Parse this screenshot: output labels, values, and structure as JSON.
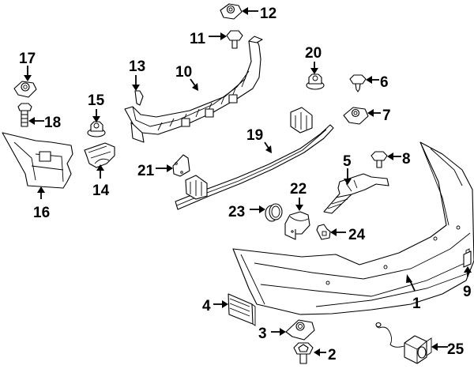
{
  "diagram": {
    "type": "exploded-parts-diagram",
    "subject": "rear bumper assembly",
    "callouts": [
      {
        "id": "1",
        "label": "1",
        "part": "bumper-cover"
      },
      {
        "id": "2",
        "label": "2",
        "part": "bolt"
      },
      {
        "id": "3",
        "label": "3",
        "part": "clip-nut"
      },
      {
        "id": "4",
        "label": "4",
        "part": "reflector"
      },
      {
        "id": "5",
        "label": "5",
        "part": "bracket"
      },
      {
        "id": "6",
        "label": "6",
        "part": "bolt"
      },
      {
        "id": "7",
        "label": "7",
        "part": "clip-nut"
      },
      {
        "id": "8",
        "label": "8",
        "part": "bolt"
      },
      {
        "id": "9",
        "label": "9",
        "part": "tow-hook-cover"
      },
      {
        "id": "10",
        "label": "10",
        "part": "energy-absorber"
      },
      {
        "id": "11",
        "label": "11",
        "part": "bolt"
      },
      {
        "id": "12",
        "label": "12",
        "part": "clip-nut"
      },
      {
        "id": "13",
        "label": "13",
        "part": "insert"
      },
      {
        "id": "14",
        "label": "14",
        "part": "guide"
      },
      {
        "id": "15",
        "label": "15",
        "part": "nut"
      },
      {
        "id": "16",
        "label": "16",
        "part": "side-bracket"
      },
      {
        "id": "17",
        "label": "17",
        "part": "clip-nut"
      },
      {
        "id": "18",
        "label": "18",
        "part": "bolt"
      },
      {
        "id": "19",
        "label": "19",
        "part": "impact-bar"
      },
      {
        "id": "20",
        "label": "20",
        "part": "nut"
      },
      {
        "id": "21",
        "label": "21",
        "part": "cover-plate"
      },
      {
        "id": "22",
        "label": "22",
        "part": "park-sensor"
      },
      {
        "id": "23",
        "label": "23",
        "part": "sensor-ring"
      },
      {
        "id": "24",
        "label": "24",
        "part": "sensor-bracket"
      },
      {
        "id": "25",
        "label": "25",
        "part": "camera"
      }
    ]
  }
}
